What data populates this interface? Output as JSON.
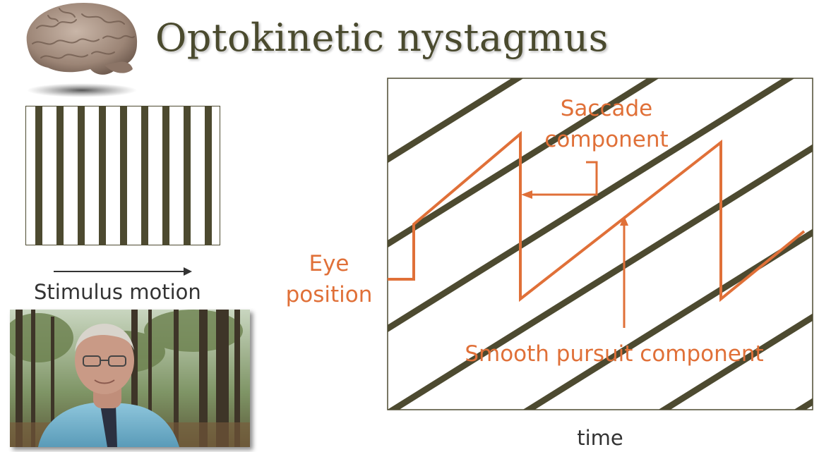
{
  "slide": {
    "title": "Optokinetic nystagmus",
    "stimulus_label": "Stimulus motion",
    "diagram": {
      "eye_position_label": "Eye position",
      "saccade_label": "Saccade component",
      "smooth_pursuit_label": "Smooth pursuit component",
      "time_label": "time"
    },
    "colors": {
      "title_text": "#4a4a2e",
      "stripe": "#4d4a30",
      "accent_orange": "#e07038"
    },
    "icons": [
      "brain-icon",
      "arrow-right-icon"
    ]
  }
}
